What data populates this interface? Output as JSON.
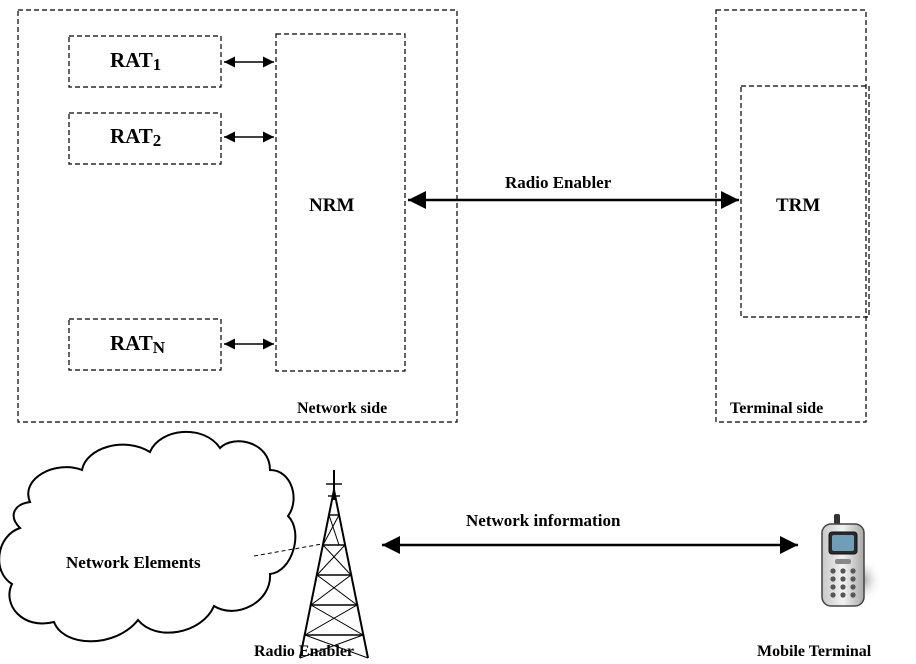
{
  "labels": {
    "rat1": {
      "main": "RAT",
      "sub": "1"
    },
    "rat2": {
      "main": "RAT",
      "sub": "2"
    },
    "ratN": {
      "main": "RAT",
      "sub": "N"
    },
    "nrm": "NRM",
    "trm": "TRM",
    "radio_enabler_link": "Radio Enabler",
    "network_side": "Network side",
    "terminal_side": "Terminal side",
    "network_elements": "Network Elements",
    "network_information": "Network information",
    "radio_enabler_tower": "Radio Enabler",
    "mobile_terminal": "Mobile Terminal"
  }
}
